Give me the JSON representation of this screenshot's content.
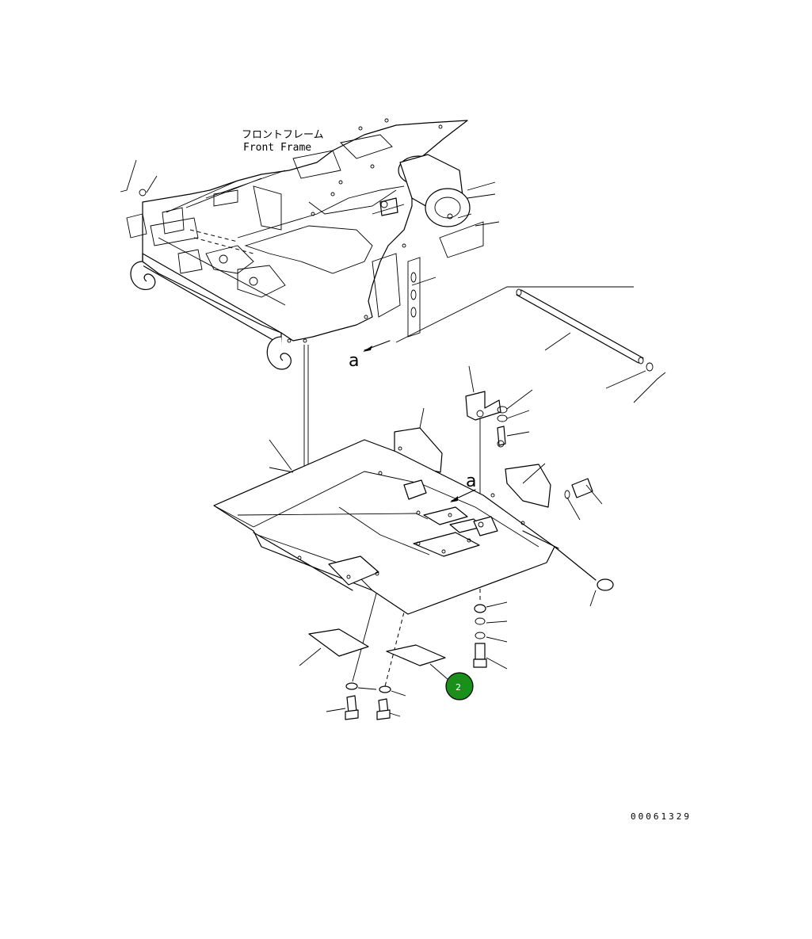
{
  "diagram": {
    "label_jp": "フロントフレーム",
    "label_en": "Front Frame",
    "ref_marker_1": "a",
    "ref_marker_2": "a",
    "drawing_code": "00061329",
    "callout": {
      "number": "2",
      "color": "#1a8f1a"
    }
  }
}
